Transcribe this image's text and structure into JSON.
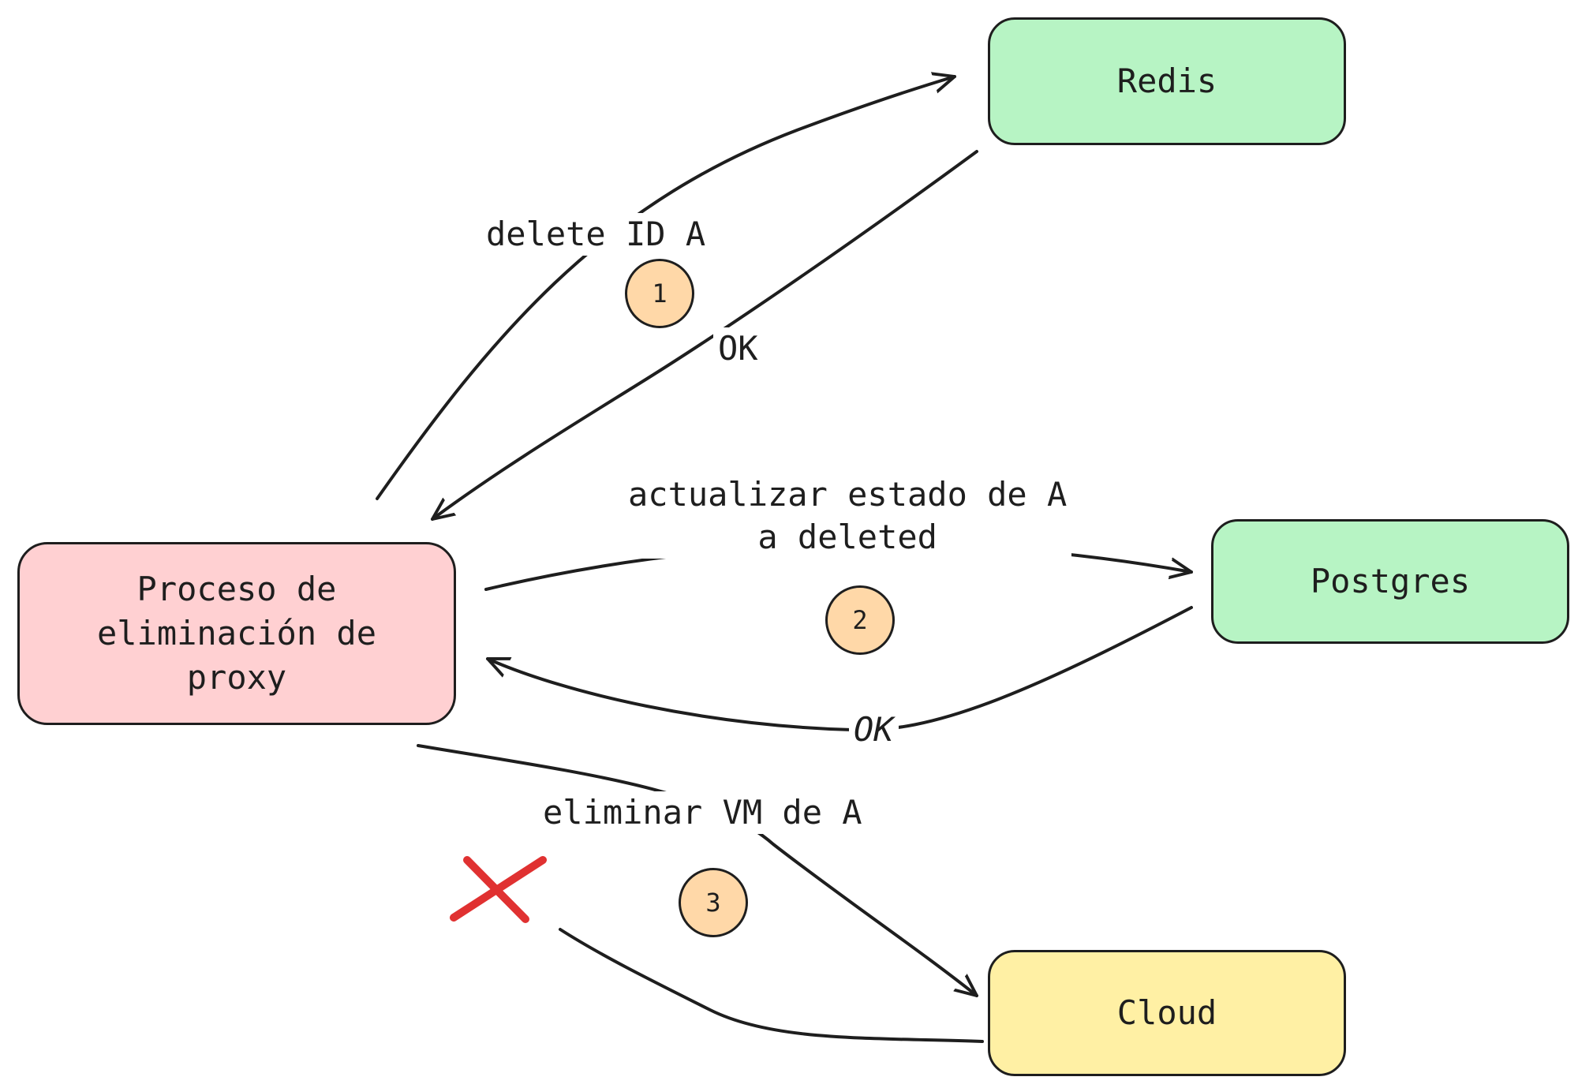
{
  "colors": {
    "stroke": "#1e1e1e",
    "process_fill": "#ffd0d2",
    "store_fill": "#b7f4c4",
    "cloud_fill": "#fff0a4",
    "badge_fill": "#ffd8a8",
    "fail_mark": "#e03131"
  },
  "nodes": {
    "process": "Proceso de\neliminación de\nproxy",
    "redis": "Redis",
    "postgres": "Postgres",
    "cloud": "Cloud"
  },
  "edges": {
    "delete_label": "delete ID A",
    "redis_ok_label": "OK",
    "update_label": "actualizar estado de A\na deleted",
    "postgres_ok_label": "OK",
    "vm_delete_label": "eliminar VM de A"
  },
  "steps": [
    "1",
    "2",
    "3"
  ],
  "icons": {
    "failure": "cross-icon"
  }
}
